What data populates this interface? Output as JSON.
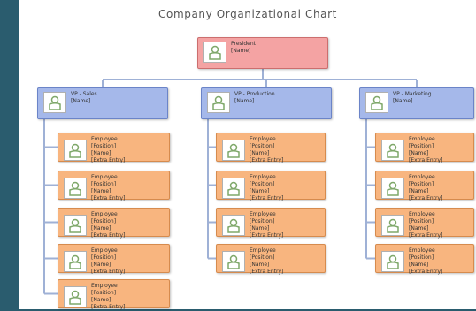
{
  "title": "Company Organizational Chart",
  "president": {
    "role": "President",
    "name": "[Name]"
  },
  "vps": [
    {
      "role": "VP - Sales",
      "name": "[Name]"
    },
    {
      "role": "VP - Production",
      "name": "[Name]"
    },
    {
      "role": "VP - Marketing",
      "name": "[Name]"
    }
  ],
  "employees": [
    [
      [
        "Employee",
        "[Position]",
        "[Name]",
        "[Extra Entry]"
      ],
      [
        "Employee",
        "[Position]",
        "[Name]",
        "[Extra Entry]"
      ],
      [
        "Employee",
        "[Position]",
        "[Name]",
        "[Extra Entry]"
      ],
      [
        "Employee",
        "[Position]",
        "[Name]",
        "[Extra Entry]"
      ],
      [
        "Employee",
        "[Position]",
        "[Name]",
        "[Extra Entry]"
      ]
    ],
    [
      [
        "Employee",
        "[Position]",
        "[Name]",
        "[Extra Entry]"
      ],
      [
        "Employee",
        "[Position]",
        "[Name]",
        "[Extra Entry]"
      ],
      [
        "Employee",
        "[Position]",
        "[Name]",
        "[Extra Entry]"
      ],
      [
        "Employee",
        "[Position]",
        "[Name]",
        "[Extra Entry]"
      ]
    ],
    [
      [
        "Employee",
        "[Position]",
        "[Name]",
        "[Extra Entry]"
      ],
      [
        "Employee",
        "[Position]",
        "[Name]",
        "[Extra Entry]"
      ],
      [
        "Employee",
        "[Position]",
        "[Name]",
        "[Extra Entry]"
      ],
      [
        "Employee",
        "[Position]",
        "[Name]",
        "[Extra Entry]"
      ]
    ]
  ],
  "colors": {
    "president": "#f4a3a3",
    "vp": "#a5b8ea",
    "employee": "#f8b57f",
    "connector": "#9fb1d6",
    "frame": "#2a5c6e"
  },
  "icon": "person-placeholder-icon"
}
